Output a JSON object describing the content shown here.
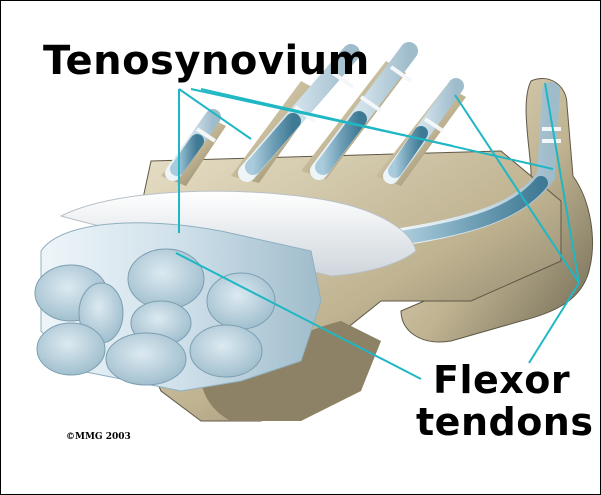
{
  "labels": {
    "tenosynovium": "Tenosynovium",
    "flexor_line1": "Flexor",
    "flexor_line2": "tendons",
    "copyright": "©MMG 2003"
  },
  "colors": {
    "tendon": "#cfe0ea",
    "tendon_shadow": "#9fbccb",
    "sheath": "#78a8be",
    "sheath_dark": "#4f8aa4",
    "bone": "#c9bea0",
    "bone_dark": "#6e6552",
    "ligament": "#eef1f3",
    "leader": "#1fb7c4"
  }
}
